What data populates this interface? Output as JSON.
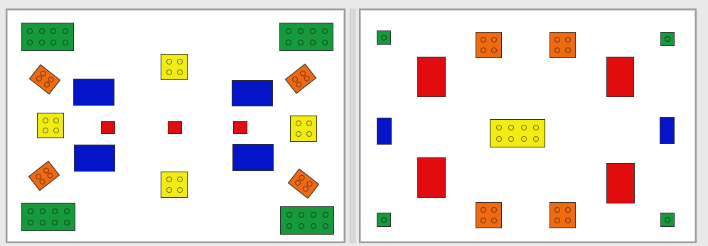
{
  "colors": {
    "green": "#169a3c",
    "orange": "#ef6b12",
    "yellow": "#f3ec12",
    "blue": "#0414c8",
    "red": "#e30c0c",
    "panel_border": "#9a9a9a",
    "background": "#e9e9e9"
  },
  "panels": [
    {
      "name": "left-layout",
      "bricks": [
        {
          "color": "green",
          "studs": [
            2,
            4
          ]
        },
        {
          "color": "green",
          "studs": [
            2,
            4
          ]
        },
        {
          "color": "orange",
          "studs": [
            2,
            2
          ]
        },
        {
          "color": "orange",
          "studs": [
            2,
            2
          ]
        },
        {
          "color": "yellow",
          "studs": [
            2,
            2
          ]
        },
        {
          "color": "blue",
          "studs": [
            0,
            0
          ]
        },
        {
          "color": "blue",
          "studs": [
            0,
            0
          ]
        },
        {
          "color": "red",
          "studs": [
            0,
            0
          ]
        },
        {
          "color": "red",
          "studs": [
            0,
            0
          ]
        },
        {
          "color": "yellow",
          "studs": [
            2,
            2
          ]
        },
        {
          "color": "yellow",
          "studs": [
            2,
            2
          ]
        },
        {
          "color": "red",
          "studs": [
            0,
            0
          ]
        },
        {
          "color": "blue",
          "studs": [
            0,
            0
          ]
        },
        {
          "color": "blue",
          "studs": [
            0,
            0
          ]
        },
        {
          "color": "yellow",
          "studs": [
            2,
            2
          ]
        },
        {
          "color": "orange",
          "studs": [
            2,
            2
          ]
        },
        {
          "color": "orange",
          "studs": [
            2,
            2
          ]
        },
        {
          "color": "green",
          "studs": [
            2,
            4
          ]
        },
        {
          "color": "green",
          "studs": [
            2,
            4
          ]
        }
      ]
    },
    {
      "name": "right-layout",
      "bricks": [
        {
          "color": "green",
          "studs": [
            1,
            1
          ]
        },
        {
          "color": "orange",
          "studs": [
            2,
            2
          ]
        },
        {
          "color": "orange",
          "studs": [
            2,
            2
          ]
        },
        {
          "color": "green",
          "studs": [
            1,
            1
          ]
        },
        {
          "color": "red",
          "studs": [
            0,
            0
          ]
        },
        {
          "color": "red",
          "studs": [
            0,
            0
          ]
        },
        {
          "color": "blue",
          "studs": [
            0,
            0
          ]
        },
        {
          "color": "yellow",
          "studs": [
            2,
            4
          ]
        },
        {
          "color": "blue",
          "studs": [
            0,
            0
          ]
        },
        {
          "color": "red",
          "studs": [
            0,
            0
          ]
        },
        {
          "color": "red",
          "studs": [
            0,
            0
          ]
        },
        {
          "color": "green",
          "studs": [
            1,
            1
          ]
        },
        {
          "color": "orange",
          "studs": [
            2,
            2
          ]
        },
        {
          "color": "orange",
          "studs": [
            2,
            2
          ]
        },
        {
          "color": "green",
          "studs": [
            1,
            1
          ]
        }
      ]
    }
  ]
}
